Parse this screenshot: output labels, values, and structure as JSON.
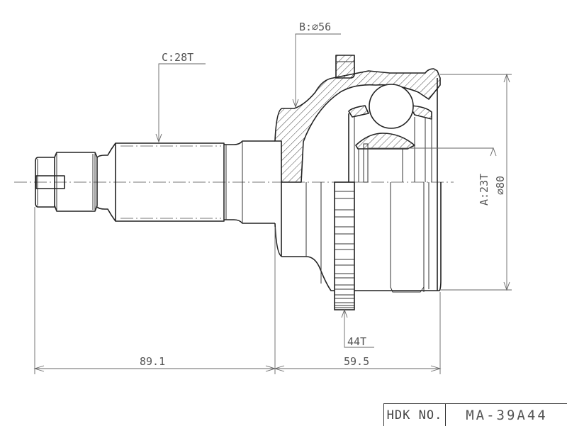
{
  "drawing": {
    "subject": "CV joint outer assembly, half section",
    "callouts": {
      "bell_diameter": "B:⌀56",
      "shaft_spline": "C:28T",
      "inner_spline": "A:23T",
      "outer_diameter": "⌀80",
      "abs_ring_teeth": "44T"
    },
    "dimensions": {
      "shaft_length": "89.1",
      "bell_length": "59.5"
    }
  },
  "title_block": {
    "label": "HDK NO.",
    "part_number": "MA-39A44"
  }
}
